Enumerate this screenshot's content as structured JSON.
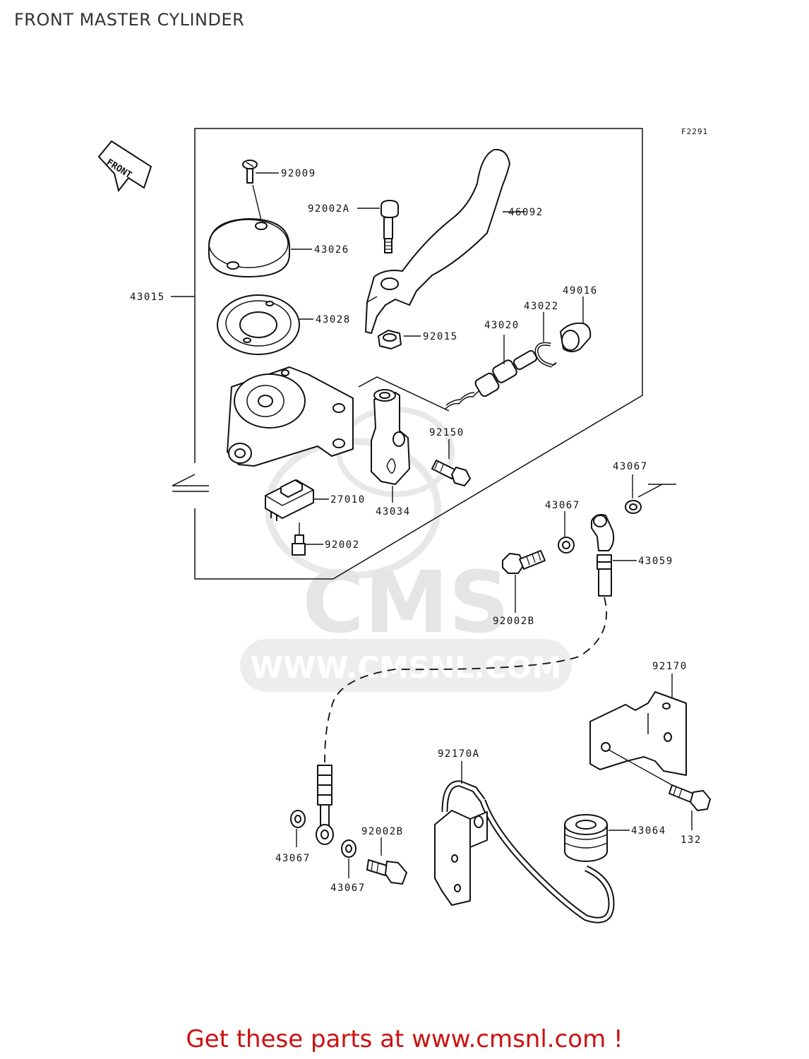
{
  "title": "FRONT MASTER CYLINDER",
  "figure_id": "F2291",
  "front_arrow_label": "FRONT",
  "watermark": {
    "brand": "CMS",
    "url": "WWW.CMSNL.COM"
  },
  "parts": {
    "p92009": "92009",
    "p92002A": "92002A",
    "p46092": "46092",
    "p43026": "43026",
    "p43015": "43015",
    "p43028": "43028",
    "p92015": "92015",
    "p49016": "49016",
    "p43022": "43022",
    "p43020": "43020",
    "p92150": "92150",
    "p43067a": "43067",
    "p27010": "27010",
    "p43034": "43034",
    "p43067b": "43067",
    "p92002": "92002",
    "p43059": "43059",
    "p92002Ba": "92002B",
    "p92170": "92170",
    "p92170A": "92170A",
    "p92002Bb": "92002B",
    "p43064": "43064",
    "p43067c": "43067",
    "p43067d": "43067",
    "p132": "132"
  },
  "footer": "Get these parts at www.cmsnl.com !"
}
